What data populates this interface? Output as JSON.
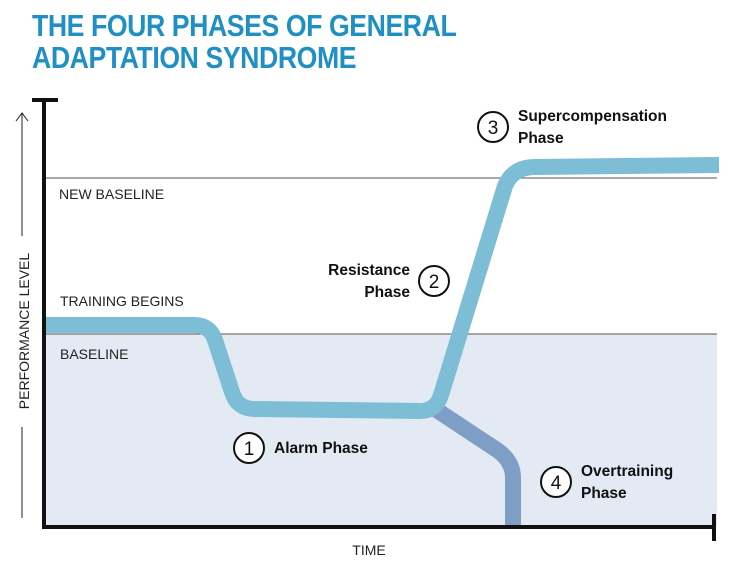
{
  "title_lines": [
    "THE FOUR PHASES OF GENERAL",
    "ADAPTATION SYNDROME"
  ],
  "axes": {
    "y_label": "PERFORMANCE LEVEL",
    "x_label": "TIME"
  },
  "reference_lines": {
    "new_baseline": "NEW BASELINE",
    "baseline": "BASELINE",
    "training_begins": "TRAINING BEGINS"
  },
  "phases": [
    {
      "number": "1",
      "lines": [
        "Alarm Phase"
      ]
    },
    {
      "number": "2",
      "lines": [
        "Resistance",
        "Phase"
      ]
    },
    {
      "number": "3",
      "lines": [
        "Supercompensation",
        "Phase"
      ]
    },
    {
      "number": "4",
      "lines": [
        "Overtraining",
        "Phase"
      ]
    }
  ],
  "colors": {
    "title": "#1f8fc4",
    "supercompensation_curve": "#7dbdd6",
    "overtraining_curve": "#7e9ec6",
    "below_baseline_area": "#e3eaf4",
    "axis": "#111111",
    "reference_line": "#555555"
  }
}
